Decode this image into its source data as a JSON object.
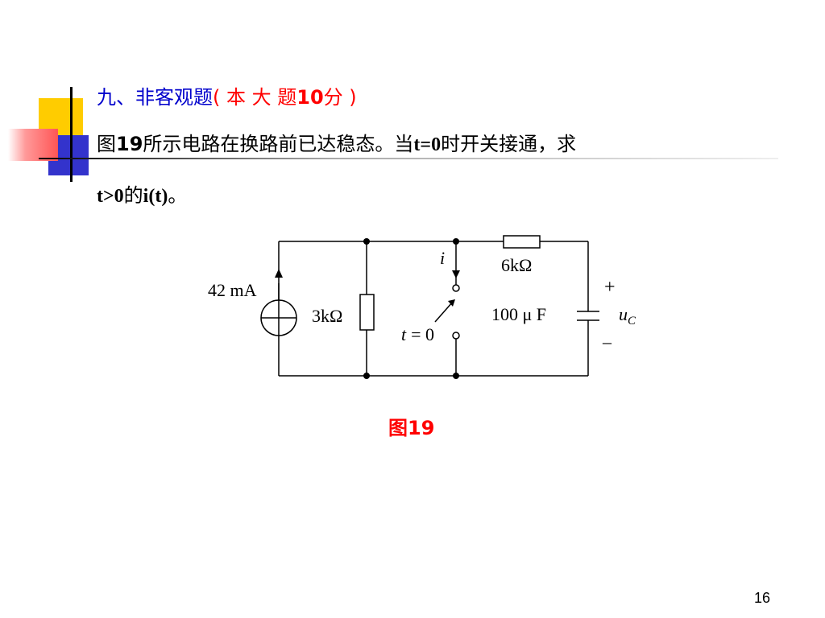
{
  "question": {
    "number": "九、非客观题",
    "score_open": "( 本 大 题",
    "score_value": "10",
    "score_unit": "分 )"
  },
  "problem": {
    "part1": "图",
    "part2": "19",
    "part3": "所示电路在换路前已达稳态。当",
    "part4": "t=0",
    "part5": "时开关接通，求",
    "part6": "t>0",
    "part7": "的",
    "part8": "i(t)",
    "part9": "。"
  },
  "circuit": {
    "source": "42 mA",
    "r1": "3kΩ",
    "r2": "6kΩ",
    "cap": "100 μ F",
    "current_label": "i",
    "switch_t": "t",
    "switch_eq": "= 0",
    "plus": "+",
    "minus": "–",
    "uc": "u",
    "uc_sub": "C"
  },
  "figure": {
    "caption": "图19"
  },
  "page": {
    "number": "16"
  },
  "colors": {
    "title_blue": "#0000cc",
    "accent_red": "#ff0000",
    "deco_yellow": "#ffcc00",
    "deco_blue": "#3333cc",
    "deco_pink": "#ff6666"
  }
}
